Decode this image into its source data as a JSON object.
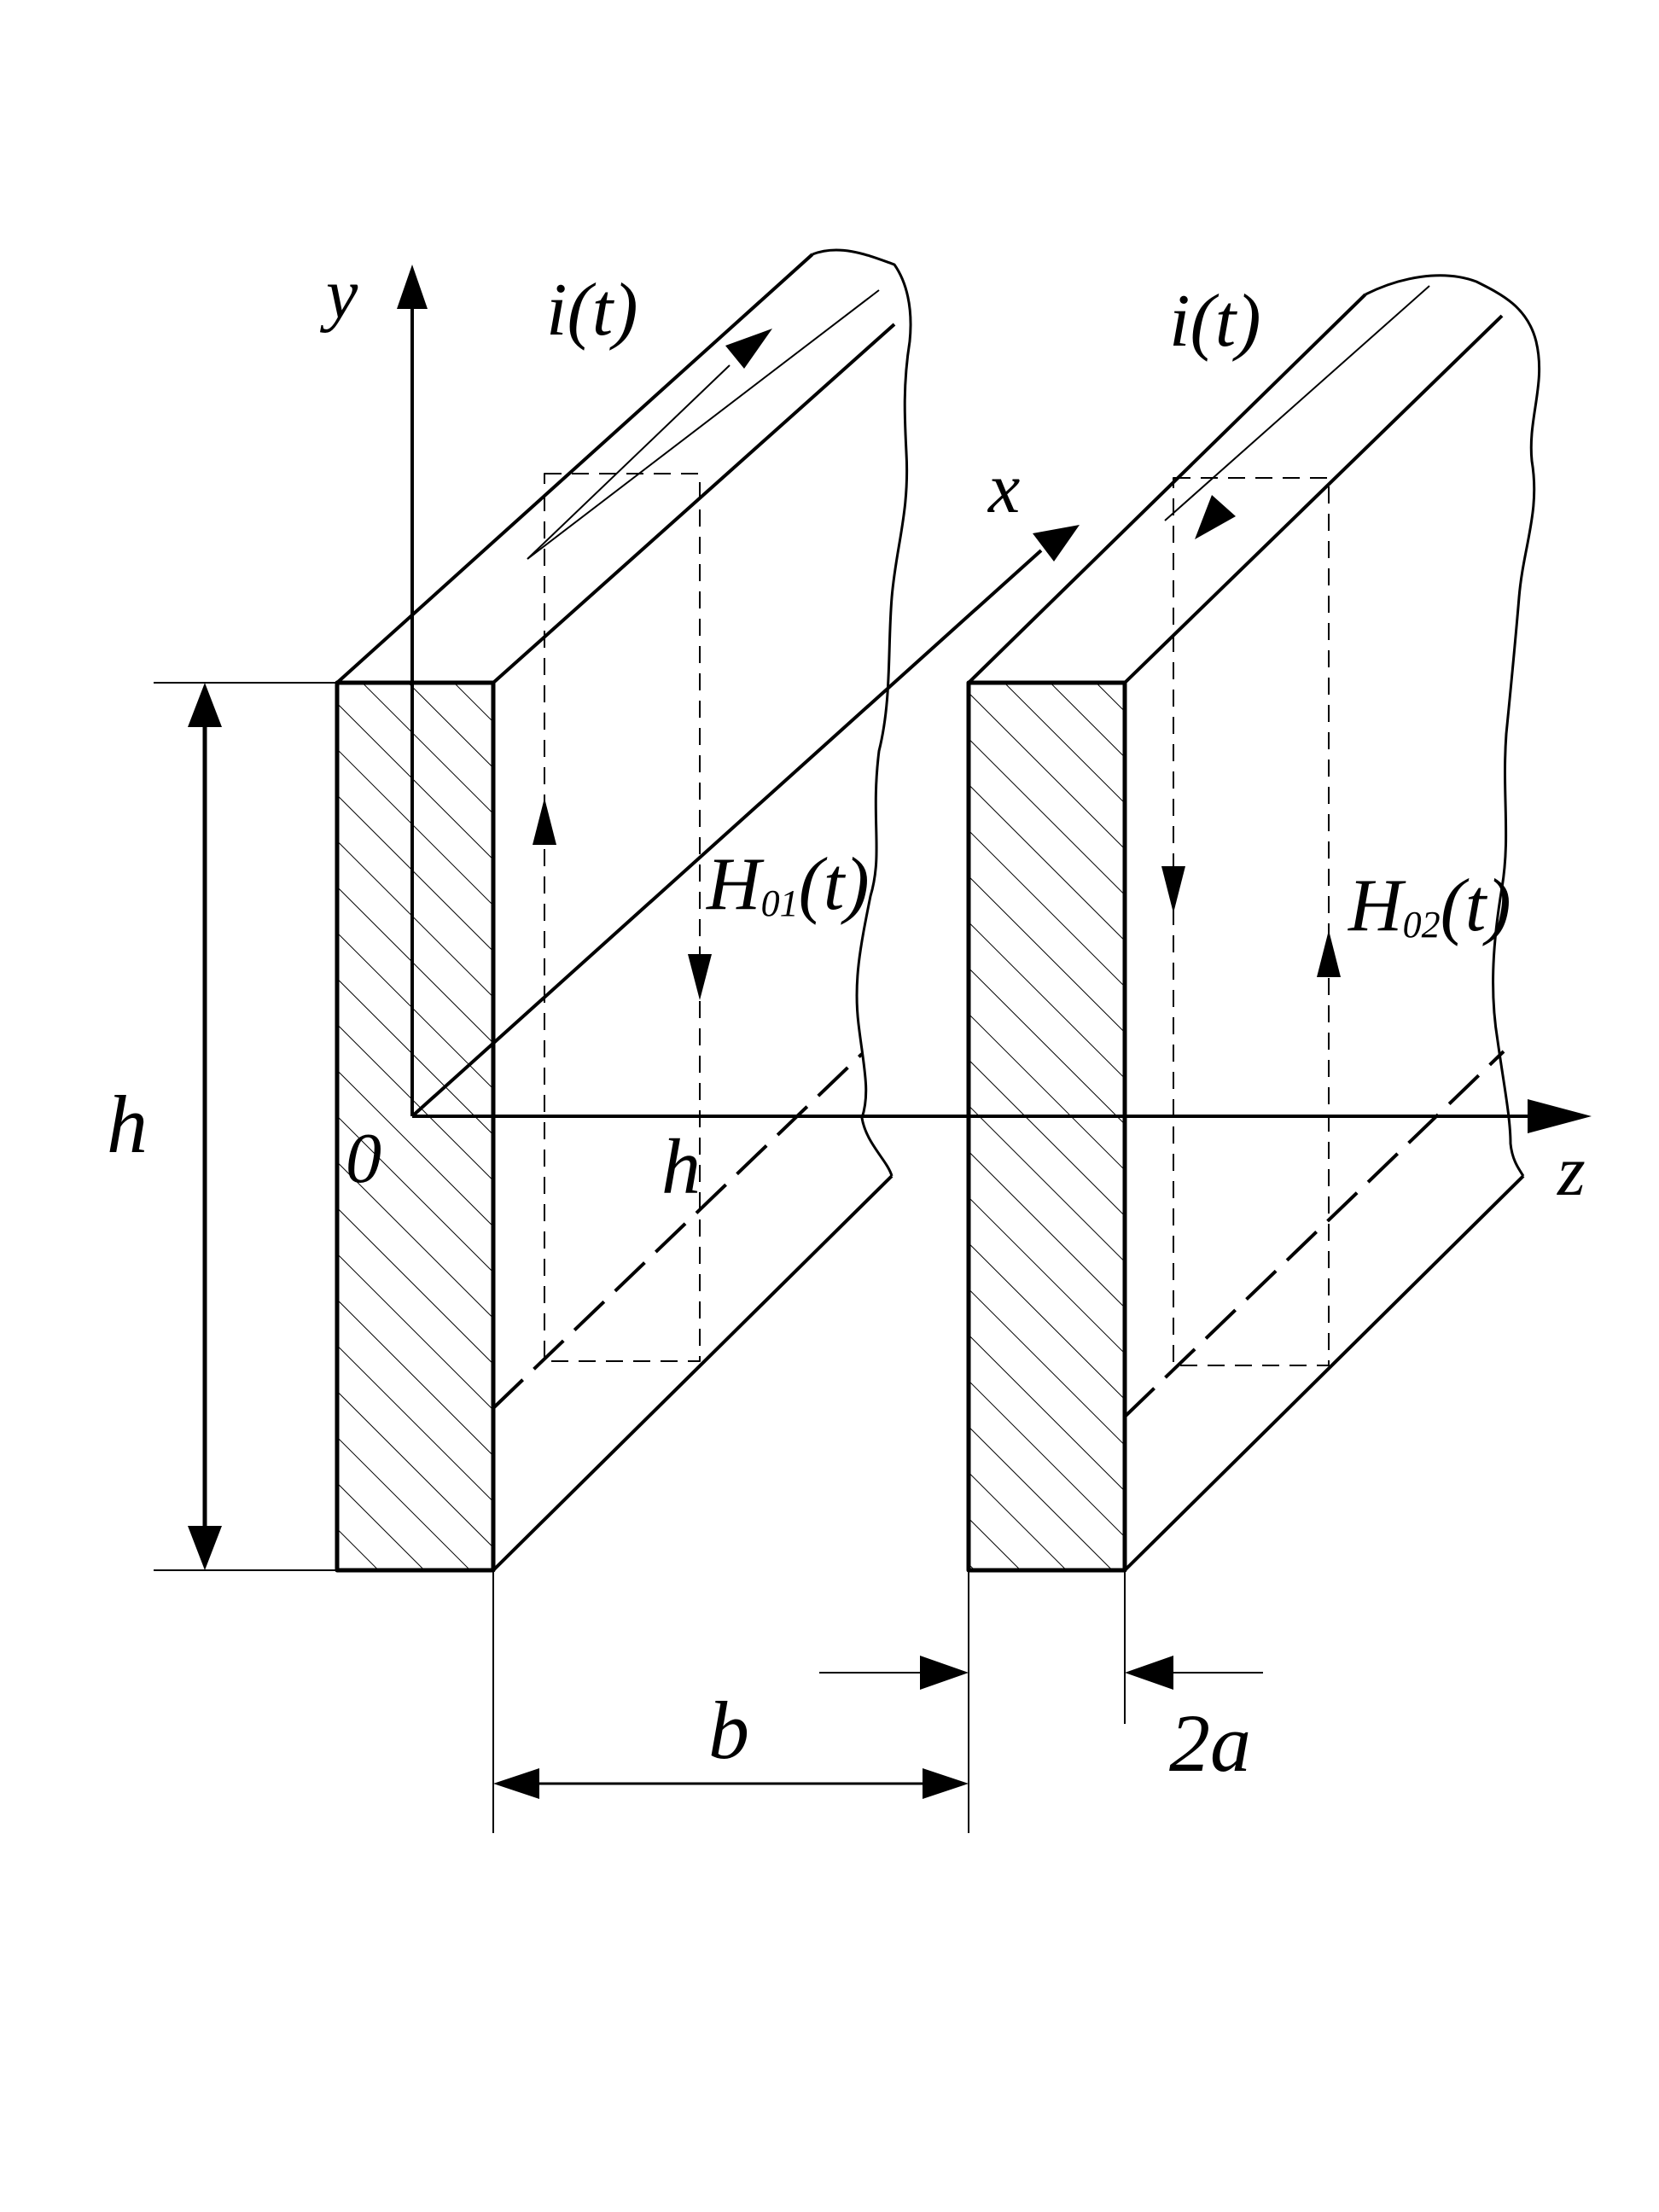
{
  "labels": {
    "axis_y": "y",
    "axis_x": "x",
    "axis_z": "z",
    "origin": "0",
    "current_left": "i(t)",
    "current_right": "i(t)",
    "field_left_base": "H",
    "field_left_sub": "01",
    "field_left_arg": "(t)",
    "field_right_base": "H",
    "field_right_sub": "02",
    "field_right_arg": "(t)",
    "height_dim": "h",
    "inner_h": "h",
    "gap_dim": "b",
    "thickness_dim": "2a"
  },
  "colors": {
    "stroke": "#000000",
    "background": "#ffffff"
  }
}
